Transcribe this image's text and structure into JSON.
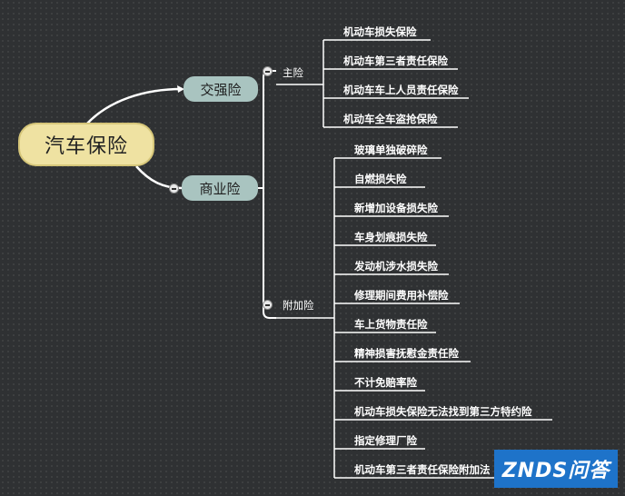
{
  "root": {
    "label": "汽车保险"
  },
  "branches": [
    {
      "label": "交强险",
      "groups": []
    },
    {
      "label": "商业险",
      "groups": [
        {
          "label": "主险",
          "items": [
            "机动车损失保险",
            "机动车第三者责任保险",
            "机动车车上人员责任保险",
            "机动车全车盗抢保险"
          ]
        },
        {
          "label": "附加险",
          "items": [
            "玻璃单独破碎险",
            "自燃损失险",
            "新增加设备损失险",
            "车身划痕损失险",
            "发动机涉水损失险",
            "修理期间费用补偿险",
            "车上货物责任险",
            "精神损害抚慰金责任险",
            "不计免赔率险",
            "机动车损失保险无法找到第三方特约险",
            "指定修理厂险",
            "机动车第三者责任保险附加法"
          ]
        }
      ]
    }
  ],
  "watermark": "ZNDS问答",
  "colors": {
    "background": "#2f3133",
    "root_fill": "#efe2a2",
    "branch_fill": "#a9c4c0",
    "line": "#ffffff",
    "watermark_bg": "#1e73c9"
  }
}
